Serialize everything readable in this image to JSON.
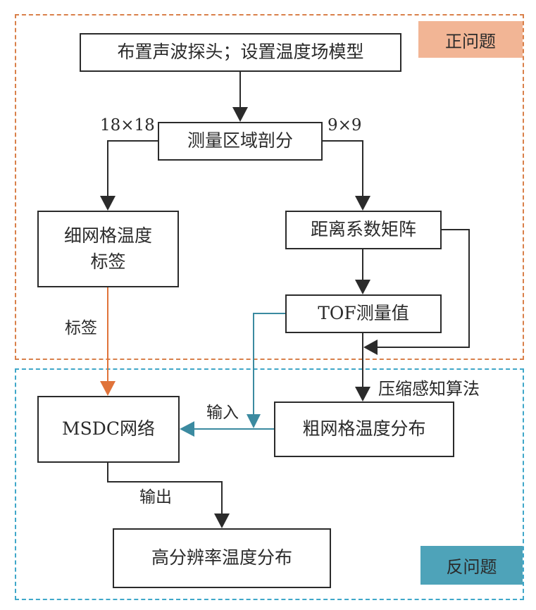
{
  "title": "Flowchart: forward and inverse problem of acoustic temperature field reconstruction",
  "regions": {
    "forward": {
      "label": "正问题",
      "border_color": "#d9804a",
      "badge_color": "#f2b595"
    },
    "inverse": {
      "label": "反问题",
      "border_color": "#3fa7c9",
      "badge_color": "#4ea3b9"
    }
  },
  "nodes": {
    "setup": "布置声波探头；设置温度场模型",
    "partition": "测量区域剖分",
    "fine_label_line1": "细网格温度",
    "fine_label_line2": "标签",
    "distance_matrix": "距离系数矩阵",
    "tof": "TOF测量值",
    "msdc": "MSDC网络",
    "coarse": "粗网格温度分布",
    "high_res": "高分辨率温度分布"
  },
  "edge_labels": {
    "fine_grid": "18×18",
    "coarse_grid": "9×9",
    "label": "标签",
    "input": "输入",
    "output": "输出",
    "compressed_sensing": "压缩感知算法"
  },
  "edges": [
    {
      "from": "setup",
      "to": "partition",
      "color": "#2b2b2b"
    },
    {
      "from": "partition",
      "to": "fine_label",
      "label": "18×18",
      "color": "#2b2b2b"
    },
    {
      "from": "partition",
      "to": "distance_matrix",
      "label": "9×9",
      "color": "#2b2b2b"
    },
    {
      "from": "distance_matrix",
      "to": "tof",
      "color": "#2b2b2b"
    },
    {
      "from": "distance_matrix",
      "to": "cs_junction",
      "color": "#2b2b2b"
    },
    {
      "from": "tof",
      "to": "coarse",
      "label": "压缩感知算法",
      "color": "#2b2b2b"
    },
    {
      "from": "fine_label",
      "to": "msdc",
      "label": "标签",
      "color": "#e0733a"
    },
    {
      "from": "tof",
      "to": "msdc",
      "label": "输入",
      "color": "#3b8aa0"
    },
    {
      "from": "coarse",
      "to": "msdc",
      "color": "#3b8aa0"
    },
    {
      "from": "msdc",
      "to": "high_res",
      "label": "输出",
      "color": "#2b2b2b"
    }
  ],
  "colors": {
    "line": "#2b2b2b",
    "label_arrow": "#e0733a",
    "input_arrow": "#3b8aa0"
  }
}
